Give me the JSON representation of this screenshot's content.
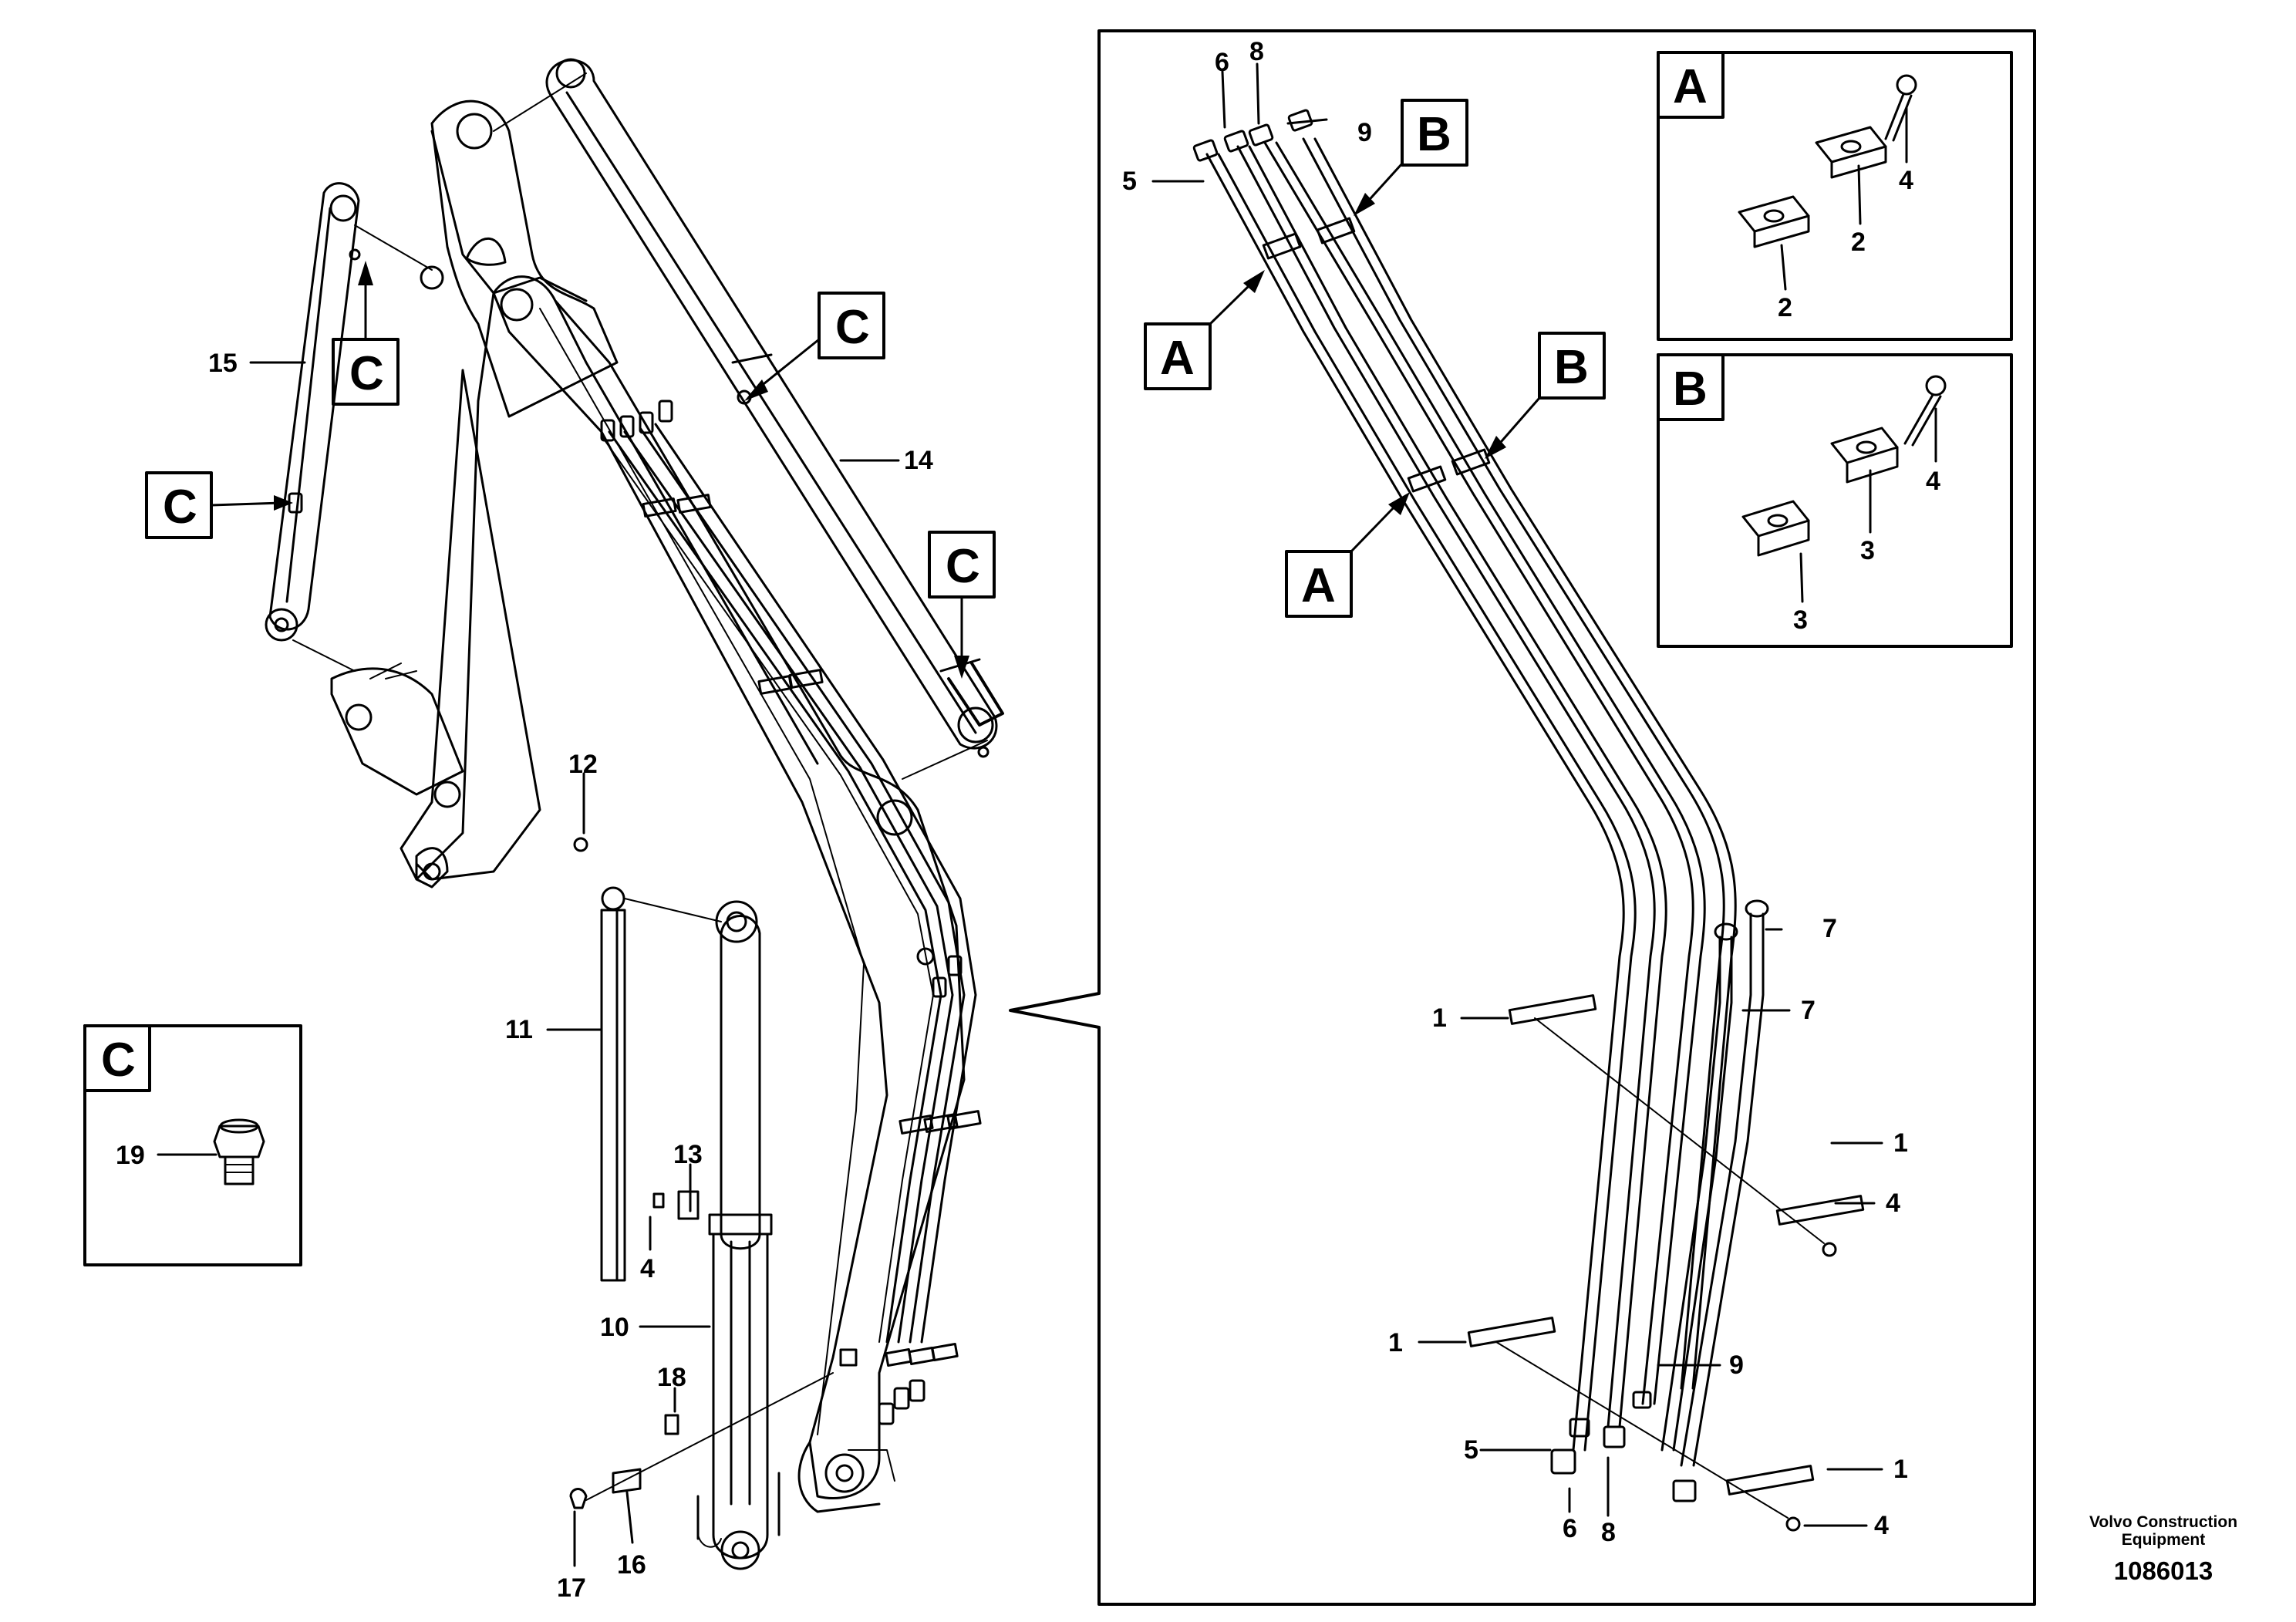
{
  "main_view": {
    "callouts": {
      "c15": "15",
      "c14": "14",
      "c12": "12",
      "c11": "11",
      "c13": "13",
      "c4": "4",
      "c10": "10",
      "c18": "18",
      "c17": "17",
      "c16": "16"
    },
    "tags": {
      "c_top": "C",
      "c_left_upper": "C",
      "c_left_lower": "C",
      "c_right": "C"
    }
  },
  "detail_c": {
    "tag": "C",
    "callout_19": "19"
  },
  "hose_view": {
    "callouts": {
      "t6": "6",
      "t8": "8",
      "t9": "9",
      "t5": "5",
      "r7a": "7",
      "r7b": "7",
      "l1a": "1",
      "r1a": "1",
      "r4a": "4",
      "l1b": "1",
      "r9": "9",
      "b5": "5",
      "b6": "6",
      "b8": "8",
      "r1b": "1",
      "r4b": "4"
    },
    "tags": {
      "b_top": "B",
      "a_top": "A",
      "b_mid": "B",
      "a_mid": "A"
    }
  },
  "detail_a": {
    "tag": "A",
    "c4": "4",
    "c2a": "2",
    "c2b": "2"
  },
  "detail_b": {
    "tag": "B",
    "c4": "4",
    "c3a": "3",
    "c3b": "3"
  },
  "footer": {
    "line1": "Volvo Construction",
    "line2": "Equipment",
    "doc_number": "1086013"
  }
}
